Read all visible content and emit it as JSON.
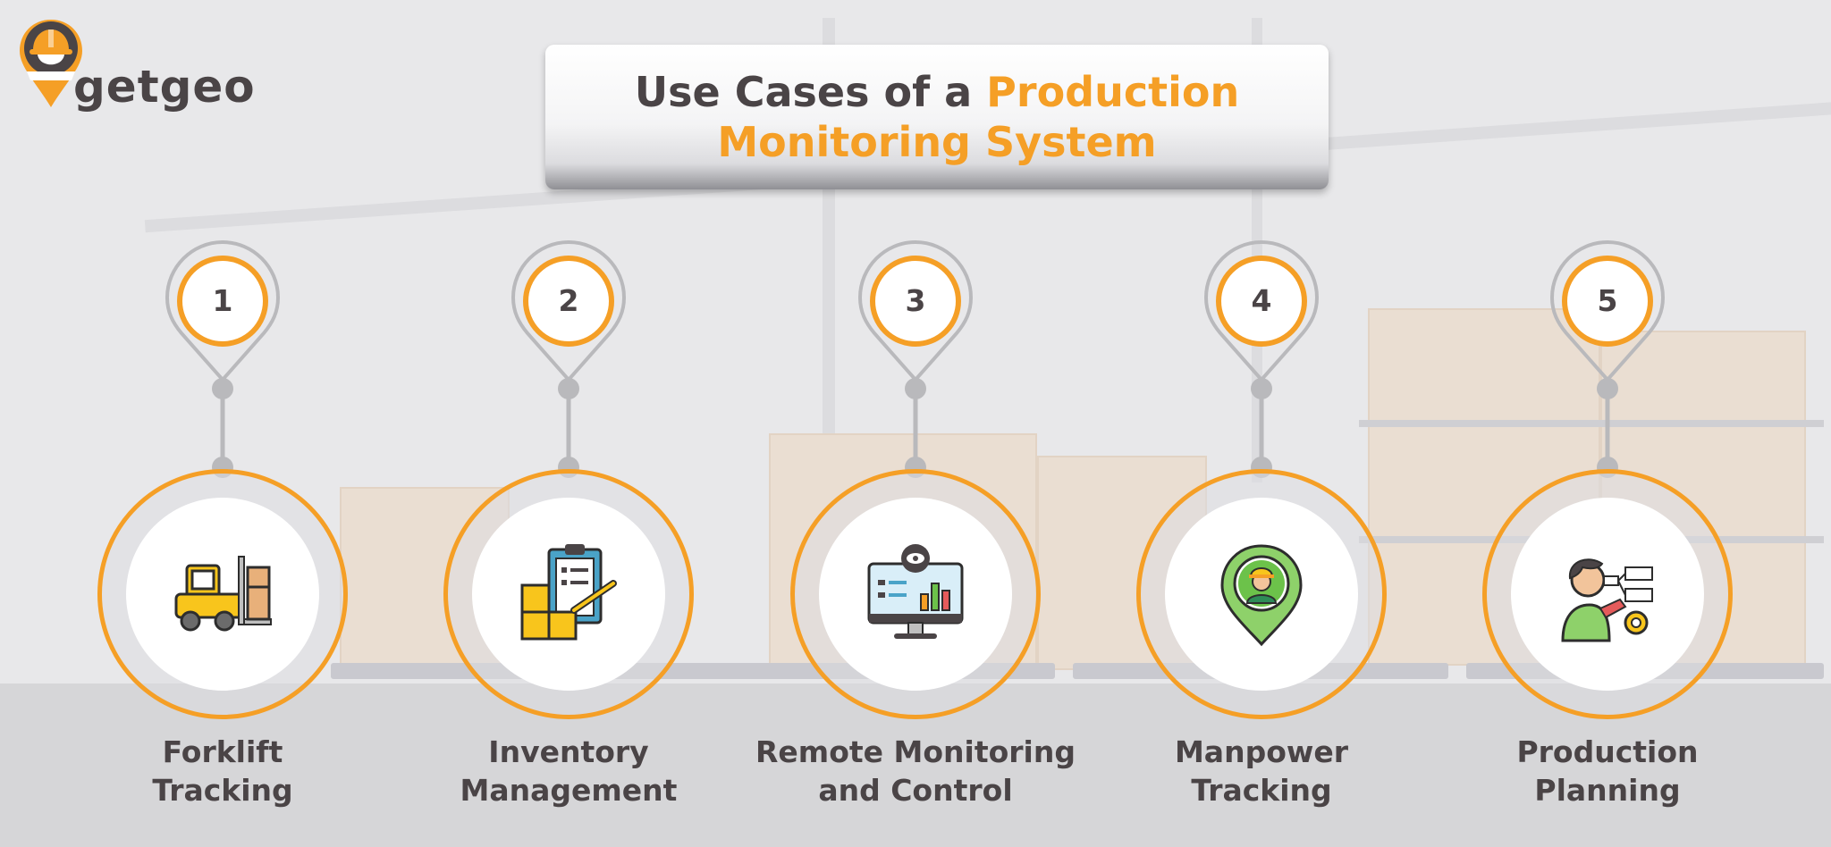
{
  "brand": {
    "name": "getgeo",
    "primary_color": "#f59f26",
    "dark_color": "#4a4446"
  },
  "title": {
    "line1_prefix": "Use Cases of a ",
    "line1_accent": "Production",
    "line2_accent": "Monitoring System"
  },
  "use_cases": [
    {
      "number": "1",
      "label_line1": "Forklift",
      "label_line2": "Tracking",
      "icon": "forklift-icon"
    },
    {
      "number": "2",
      "label_line1": "Inventory",
      "label_line2": "Management",
      "icon": "inventory-clipboard-icon"
    },
    {
      "number": "3",
      "label_line1": "Remote Monitoring",
      "label_line2": "and Control",
      "icon": "monitor-dashboard-icon"
    },
    {
      "number": "4",
      "label_line1": "Manpower",
      "label_line2": "Tracking",
      "icon": "worker-location-pin-icon"
    },
    {
      "number": "5",
      "label_line1": "Production",
      "label_line2": "Planning",
      "icon": "planner-person-icon"
    }
  ]
}
